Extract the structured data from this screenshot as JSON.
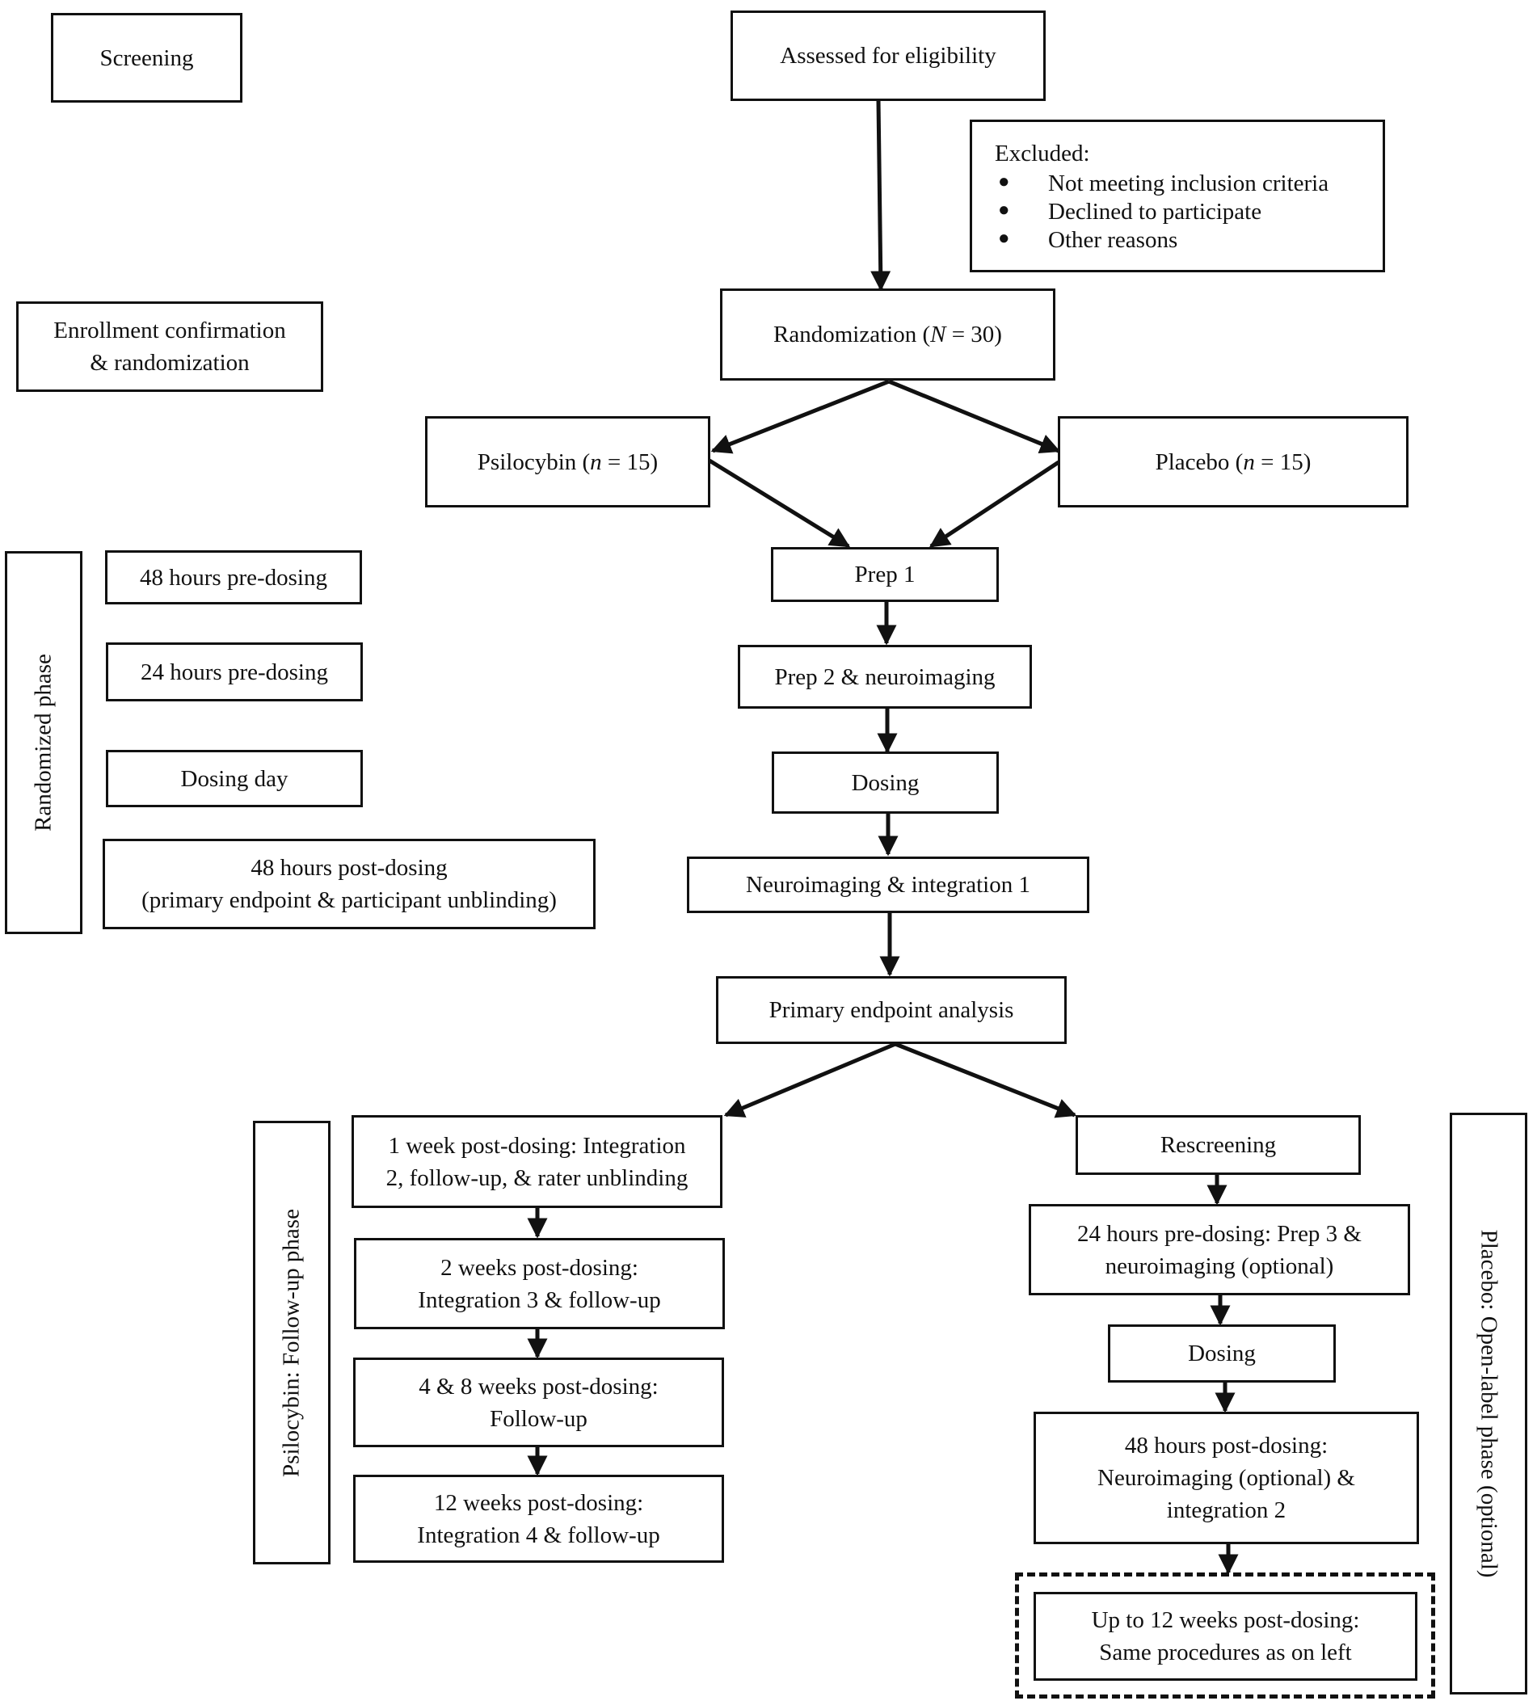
{
  "stages": {
    "screening": "Screening",
    "enrollment": [
      "Enrollment confirmation",
      "& randomization"
    ],
    "randomized_phase": "Randomized phase",
    "followup_phase": "Psilocybin: Follow-up phase",
    "open_label_phase": "Placebo: Open-label phase (optional)"
  },
  "timeline": {
    "t48_pre": "48 hours pre-dosing",
    "t24_pre": "24 hours pre-dosing",
    "dosing_day": "Dosing day",
    "t48_post": [
      "48 hours post-dosing",
      "(primary endpoint & participant unblinding)"
    ]
  },
  "flow": {
    "assessed": "Assessed for eligibility",
    "excluded": {
      "title": "Excluded:",
      "items": [
        "Not meeting inclusion criteria",
        "Declined to participate",
        "Other reasons"
      ]
    },
    "randomization": {
      "pre": "Randomization (",
      "var": "N",
      "post": " = 30)"
    },
    "psilocybin": {
      "pre": "Psilocybin (",
      "var": "n",
      "post": " = 15)"
    },
    "placebo": {
      "pre": "Placebo (",
      "var": "n",
      "post": " = 15)"
    },
    "prep1": "Prep 1",
    "prep2": "Prep 2 & neuroimaging",
    "dosing": "Dosing",
    "neuro_integration1": "Neuroimaging & integration 1",
    "primary_analysis": "Primary endpoint analysis"
  },
  "left_branch": {
    "week1": [
      "1 week post-dosing: Integration",
      "2, follow-up, & rater unblinding"
    ],
    "week2": [
      "2 weeks post-dosing:",
      "Integration 3 & follow-up"
    ],
    "week4_8": [
      "4 & 8 weeks post-dosing:",
      "Follow-up"
    ],
    "week12": [
      "12 weeks post-dosing:",
      "Integration 4 & follow-up"
    ]
  },
  "right_branch": {
    "rescreening": "Rescreening",
    "prep3": [
      "24 hours pre-dosing: Prep 3 &",
      "neuroimaging (optional)"
    ],
    "dosing": "Dosing",
    "post48": [
      "48 hours post-dosing:",
      "Neuroimaging (optional) &",
      "integration 2"
    ],
    "upto12": [
      "Up to 12 weeks post-dosing:",
      "Same procedures as on left"
    ]
  }
}
